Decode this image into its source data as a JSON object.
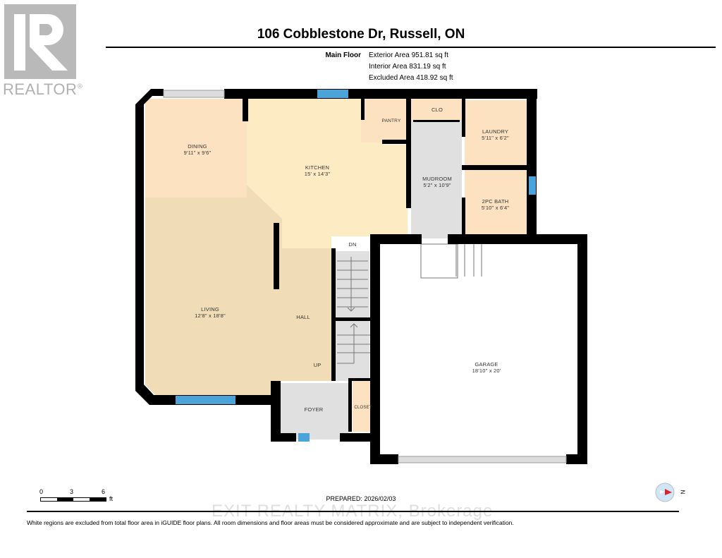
{
  "logo": {
    "brand": "REALTOR",
    "mark": "®",
    "icon": "realtor-r-icon"
  },
  "header": {
    "title": "106 Cobblestone Dr, Russell, ON",
    "floor": "Main Floor",
    "areas": [
      "Exterior Area 951.81 sq ft",
      "Interior Area 831.19 sq ft",
      "Excluded Area 418.92 sq ft"
    ]
  },
  "rooms": {
    "dining": {
      "name": "DINING",
      "dims": "9'11\" x 9'6\""
    },
    "kitchen": {
      "name": "KITCHEN",
      "dims": "15' x 14'3\""
    },
    "pantry": {
      "name": "PANTRY"
    },
    "clo": {
      "name": "CLO"
    },
    "laundry": {
      "name": "LAUNDRY",
      "dims": "5'11\" x 6'2\""
    },
    "mudroom": {
      "name": "MUDROOM",
      "dims": "5'2\" x 10'9\""
    },
    "bath": {
      "name": "2PC BATH",
      "dims": "5'10\" x 6'4\""
    },
    "living": {
      "name": "LIVING",
      "dims": "12'8\" x 18'8\""
    },
    "hall": {
      "name": "HALL"
    },
    "foyer": {
      "name": "FOYER"
    },
    "closet": {
      "name": "CLOSET"
    },
    "garage": {
      "name": "GARAGE",
      "dims": "18'10\" x 20'"
    },
    "stairs_down": "DN",
    "stairs_up": "UP"
  },
  "colors": {
    "wall": "#000000",
    "dining": "#fde2c2",
    "kitchen": "#fdebc4",
    "living": "#f0dcb6",
    "utility": "#fde2c2",
    "grey": "#e0e0e0",
    "window": "#4aa3d9"
  },
  "scale": {
    "ticks": [
      "0",
      "3",
      "6"
    ],
    "unit": "ft"
  },
  "compass": {
    "label": "N",
    "icon": "compass-icon"
  },
  "footer": {
    "prepared": "PREPARED: 2026/02/03",
    "watermark": "EXIT REALTY MATRIX, Brokerage",
    "disclaimer": "White regions are excluded from total floor area in iGUIDE floor plans. All room dimensions and floor areas must be considered approximate and are subject to independent verification."
  }
}
